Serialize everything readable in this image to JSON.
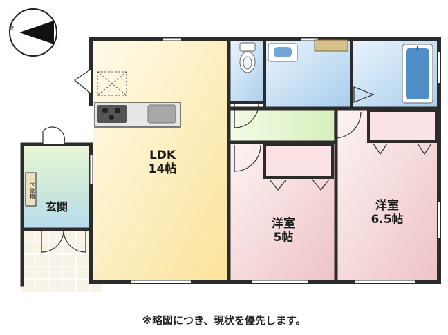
{
  "compass": {
    "north_letter": "N"
  },
  "rooms": {
    "ldk": {
      "name": "LDK",
      "size": "14帖"
    },
    "western_5": {
      "name": "洋室",
      "size": "5帖"
    },
    "western_65": {
      "name": "洋室",
      "size": "6.5帖"
    },
    "genkan": {
      "name": "玄関"
    },
    "shoebox": {
      "name": "下駄箱"
    }
  },
  "caption": "※略図につき、現状を優先します。",
  "colors": {
    "wall": "#2b2b2b",
    "ldk": "#fdf0bf",
    "western": "#f3d3d6",
    "wet_area": "#bcd9f0",
    "hall": "#e4f4cc",
    "genkan": "#d7eed9"
  }
}
